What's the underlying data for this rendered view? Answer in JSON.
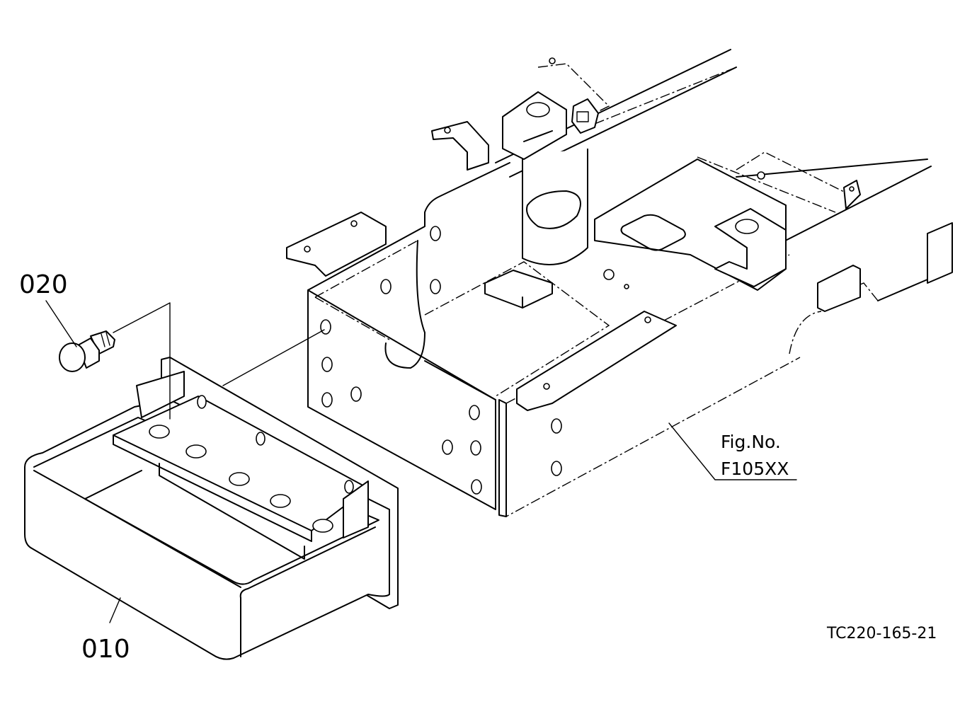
{
  "labels": {
    "part_020": "020",
    "part_010": "010",
    "fig_ref_line1": "Fig.No.",
    "fig_ref_line2": "F105XX",
    "drawing_code": "TC220-165-21"
  },
  "colors": {
    "line": "#000000",
    "background": "#ffffff"
  }
}
